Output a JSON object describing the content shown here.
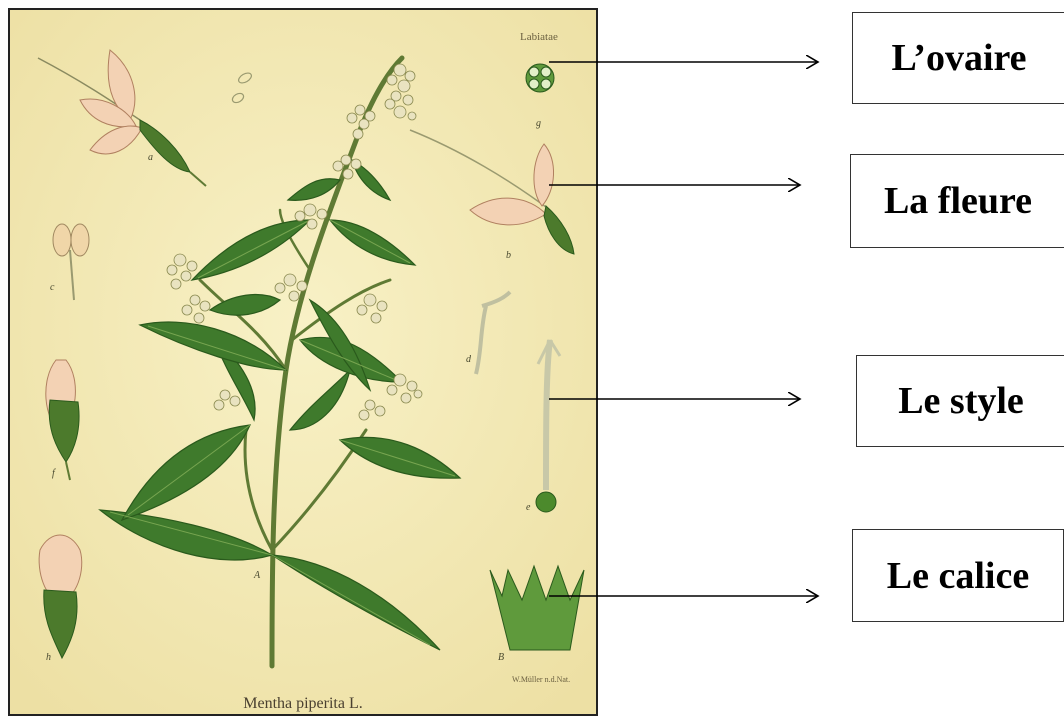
{
  "plate": {
    "family_label": "Labiatae",
    "species_caption": "Mentha piperita L.",
    "credit": "W.Müller n.d.Nat.",
    "figure_letters": [
      "a",
      "b",
      "c",
      "d",
      "e",
      "f",
      "g",
      "h",
      "A",
      "B"
    ]
  },
  "labels": {
    "ovary": "L’ovaire",
    "flower": "La fleure",
    "style": "Le style",
    "calyx": "Le calice"
  },
  "colors": {
    "leaf": "#3f7a2c",
    "leaf_dark": "#2a5a1c",
    "petal": "#f3d2b4",
    "stem": "#5f7a34",
    "background": "#f4ecb8"
  }
}
